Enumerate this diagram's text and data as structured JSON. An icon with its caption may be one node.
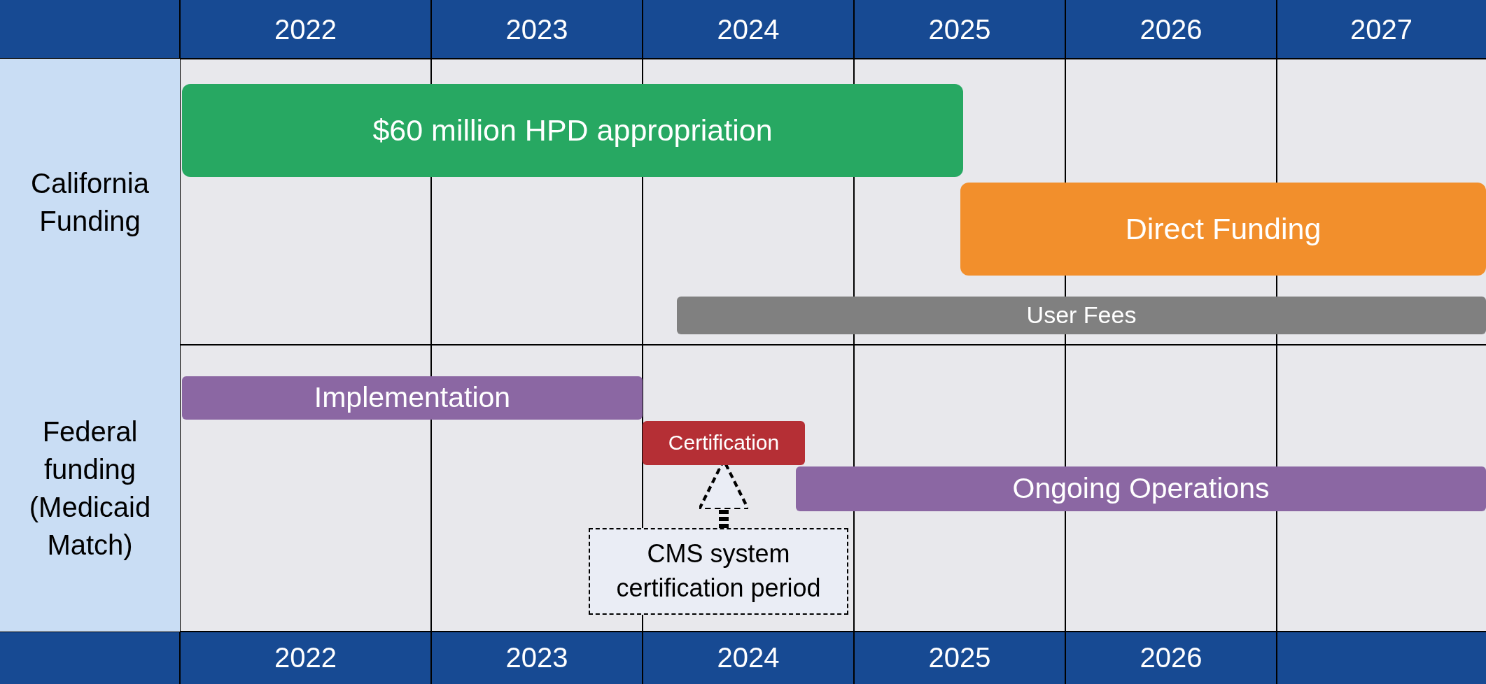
{
  "diagram": {
    "nodes": [
      {
        "text": [
          "California Funding"
        ]
      },
      {
        "text": [
          "$60 million HPD appropriation"
        ]
      },
      {
        "text": [
          "Direct Funding"
        ]
      },
      {
        "text": [
          "User Fees"
        ]
      },
      {
        "text": [
          "Federal funding (Medicaid Match)"
        ]
      },
      {
        "text": [
          "Implementation"
        ]
      },
      {
        "text": [
          "Certification"
        ]
      },
      {
        "text": [
          "Ongoing Operations"
        ]
      },
      {
        "text": [
          "CMS system certification period"
        ]
      }
    ],
    "edges": [
      {
        "from": 8,
        "to": 6,
        "arrow": "to",
        "style": "dashed"
      }
    ],
    "labels": [
      "2022",
      "2023",
      "2024",
      "2025",
      "2026",
      "2027",
      "2022",
      "2023",
      "2024",
      "2025",
      "2026"
    ]
  }
}
